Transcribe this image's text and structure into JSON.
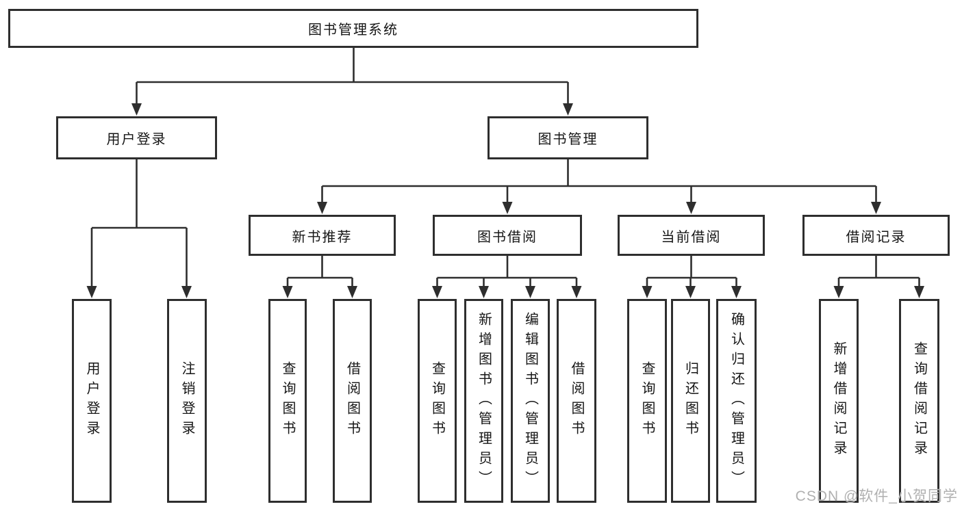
{
  "diagram": {
    "root": {
      "label": "图书管理系统"
    },
    "level2": [
      {
        "label": "用户登录"
      },
      {
        "label": "图书管理"
      }
    ],
    "level3": [
      {
        "label": "新书推荐"
      },
      {
        "label": "图书借阅"
      },
      {
        "label": "当前借阅"
      },
      {
        "label": "借阅记录"
      }
    ],
    "leaves": {
      "user_login": [
        "用户登录",
        "注销登录"
      ],
      "new_books": [
        "查询图书",
        "借阅图书"
      ],
      "book_borrow": [
        "查询图书",
        "新增图书（管理员）",
        "编辑图书（管理员）",
        "借阅图书"
      ],
      "current_borrow": [
        "查询图书",
        "归还图书",
        "确认归还（管理员）"
      ],
      "borrow_records": [
        "新增借阅记录",
        "查询借阅记录"
      ]
    }
  },
  "watermark": "CSDN @软件_小贺同学",
  "colors": {
    "line": "#2e2e2e",
    "box_border": "#2e2e2e",
    "text": "#161616",
    "watermark": "#b0b0b0",
    "background": "#ffffff"
  }
}
